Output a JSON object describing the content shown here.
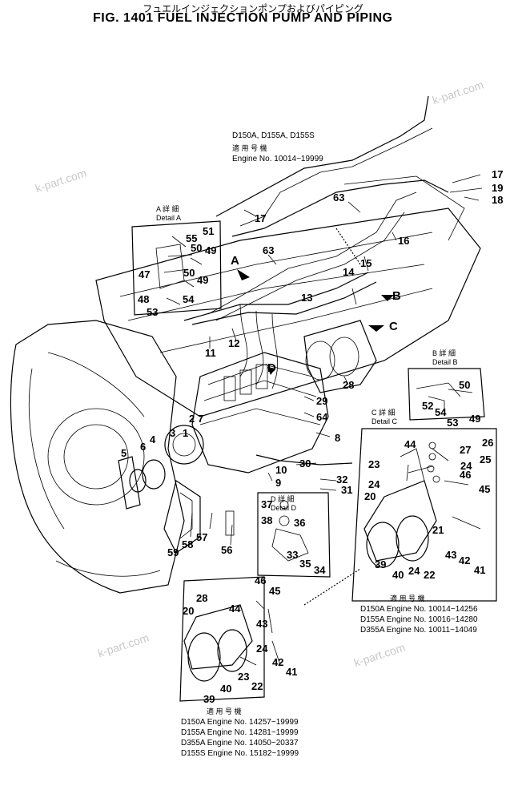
{
  "title_jp": "フュエルインジェクションポンプおよびパイピング",
  "title_en": "FIG. 1401  FUEL INJECTION PUMP AND PIPING",
  "watermarks": [
    "k-part.com",
    "k-part.com",
    "k-part.com",
    "k-part.com"
  ],
  "top_note": {
    "models": "D150A, D155A, D155S",
    "jp": "適 用 号 機",
    "engine": "Engine No. 10014~19999"
  },
  "detail_a": {
    "jp": "A 詳 細",
    "en": "Detail A"
  },
  "detail_b": {
    "jp": "B 詳 細",
    "en": "Detail B"
  },
  "detail_c": {
    "jp": "C 詳 細",
    "en": "Detail C"
  },
  "detail_d": {
    "jp": "D 詳 細",
    "en": "Detail D"
  },
  "arrows": {
    "a": "A",
    "b": "B",
    "c": "C",
    "d": "D"
  },
  "apply_right": {
    "jp": "適 用 号 機",
    "lines": [
      "D150A  Engine No. 10014~14256",
      "D155A  Engine No. 10016~14280",
      "D355A  Engine No. 10011~14049"
    ]
  },
  "apply_bottom": {
    "jp": "適 用 号 機",
    "lines": [
      "D150A  Engine No. 14257~19999",
      "D155A  Engine No. 14281~19999",
      "D355A  Engine No. 14050~20337",
      "D155S  Engine No. 15182~19999"
    ]
  },
  "callouts": {
    "c17a": "17",
    "c17b": "17",
    "c19": "19",
    "c18": "18",
    "c63a": "63",
    "c63b": "63",
    "c16": "16",
    "c15": "15",
    "c14": "14",
    "c13": "13",
    "c12": "12",
    "c11": "11",
    "c28": "28",
    "c29": "29",
    "c64": "64",
    "c8": "8",
    "c30": "30",
    "c10": "10",
    "c9": "9",
    "c32": "32",
    "c31": "31",
    "c1": "1",
    "c2": "2",
    "c3": "3",
    "c4": "4",
    "c5": "5",
    "c6": "6",
    "c7": "7",
    "c56": "56",
    "c57": "57",
    "c58": "58",
    "c59": "59",
    "a51": "51",
    "a55": "55",
    "a50a": "50",
    "a49a": "49",
    "a47": "47",
    "a50b": "50",
    "a49b": "49",
    "a48": "48",
    "a54": "54",
    "a53": "53",
    "b50": "50",
    "b54": "54",
    "b52": "52",
    "b53": "53",
    "b49": "49",
    "r44": "44",
    "r26": "26",
    "r27": "27",
    "r25": "25",
    "r23": "23",
    "r24a": "24",
    "r46": "46",
    "r24b": "24",
    "r45": "45",
    "r20": "20",
    "r21": "21",
    "r43": "43",
    "r42": "42",
    "r41": "41",
    "r39": "39",
    "r40": "40",
    "r24c": "24",
    "r22": "22",
    "d37": "37",
    "d38": "38",
    "d36": "36",
    "d33": "33",
    "d35": "35",
    "d34": "34",
    "l46": "46",
    "l45": "45",
    "l44": "44",
    "l28": "28",
    "l20": "20",
    "l43": "43",
    "l24": "24",
    "l42": "42",
    "l41": "41",
    "l23": "23",
    "l22": "22",
    "l40": "40",
    "l39": "39"
  }
}
